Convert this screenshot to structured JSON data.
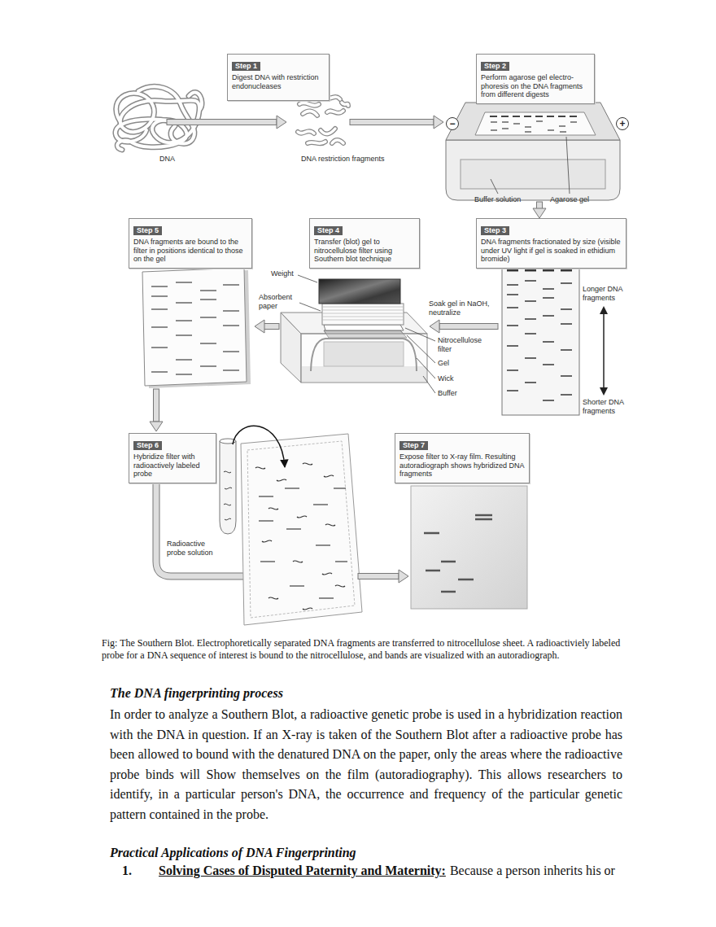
{
  "diagram": {
    "caption": "Fig: The Southern Blot. Electrophoretically separated DNA fragments are transferred to nitrocellulose sheet. A radioactiviely labeled probe for a DNA sequence of interest is bound to the nitrocellulose, and bands are visualized with an autoradiograph.",
    "nodes": [
      {
        "text": [
          "Step 1",
          "Digest DNA with restriction endonucleases"
        ]
      },
      {
        "text": [
          "Step 2",
          "Perform agarose gel electro- phoresis on the DNA fragments from different digests"
        ]
      },
      {
        "text": [
          "Step 3",
          "DNA fragments fractionated by size (visible under UV light if gel is soaked in ethidium bromide)"
        ]
      },
      {
        "text": [
          "Step 4",
          "Transfer (blot) gel to nitrocellulose filter using Southern blot technique"
        ]
      },
      {
        "text": [
          "Step 5",
          "DNA fragments are bound to the filter in positions identical to those on the gel"
        ]
      },
      {
        "text": [
          "Step 6",
          "Hybridize filter with radioactively labeled probe"
        ]
      },
      {
        "text": [
          "Step 7",
          "Expose filter to X-ray film. Resulting autoradiograph shows hybridized DNA fragments"
        ]
      }
    ],
    "labels": [
      "DNA",
      "DNA restriction fragments",
      "−",
      "+",
      "Buffer solution",
      "Agarose gel",
      "Longer DNA fragments",
      "Shorter DNA fragments",
      "Soak gel in NaOH, neutralize",
      "Weight",
      "Absorbent paper",
      "Nitrocellulose filter",
      "Gel",
      "Wick",
      "Buffer",
      "Radioactive probe solution",
      "The DNA fingerprinting process",
      "In order to analyze a Southern Blot, a radioactive genetic probe is used in a hybridization reaction with the DNA in question. If an X-ray is taken of the Southern Blot after a radioactive probe has been allowed to bound with the denatured DNA on the paper, only the areas where the radioactive probe binds will Show themselves on the film (autoradiography). This allows researchers to identify, in a particular person's DNA, the occurrence and frequency of the particular genetic pattern contained in the probe.",
      "Practical Applications of DNA Fingerprinting",
      "1.",
      "Solving Cases of Disputed Paternity and Maternity:",
      "Because a person inherits his or"
    ]
  }
}
